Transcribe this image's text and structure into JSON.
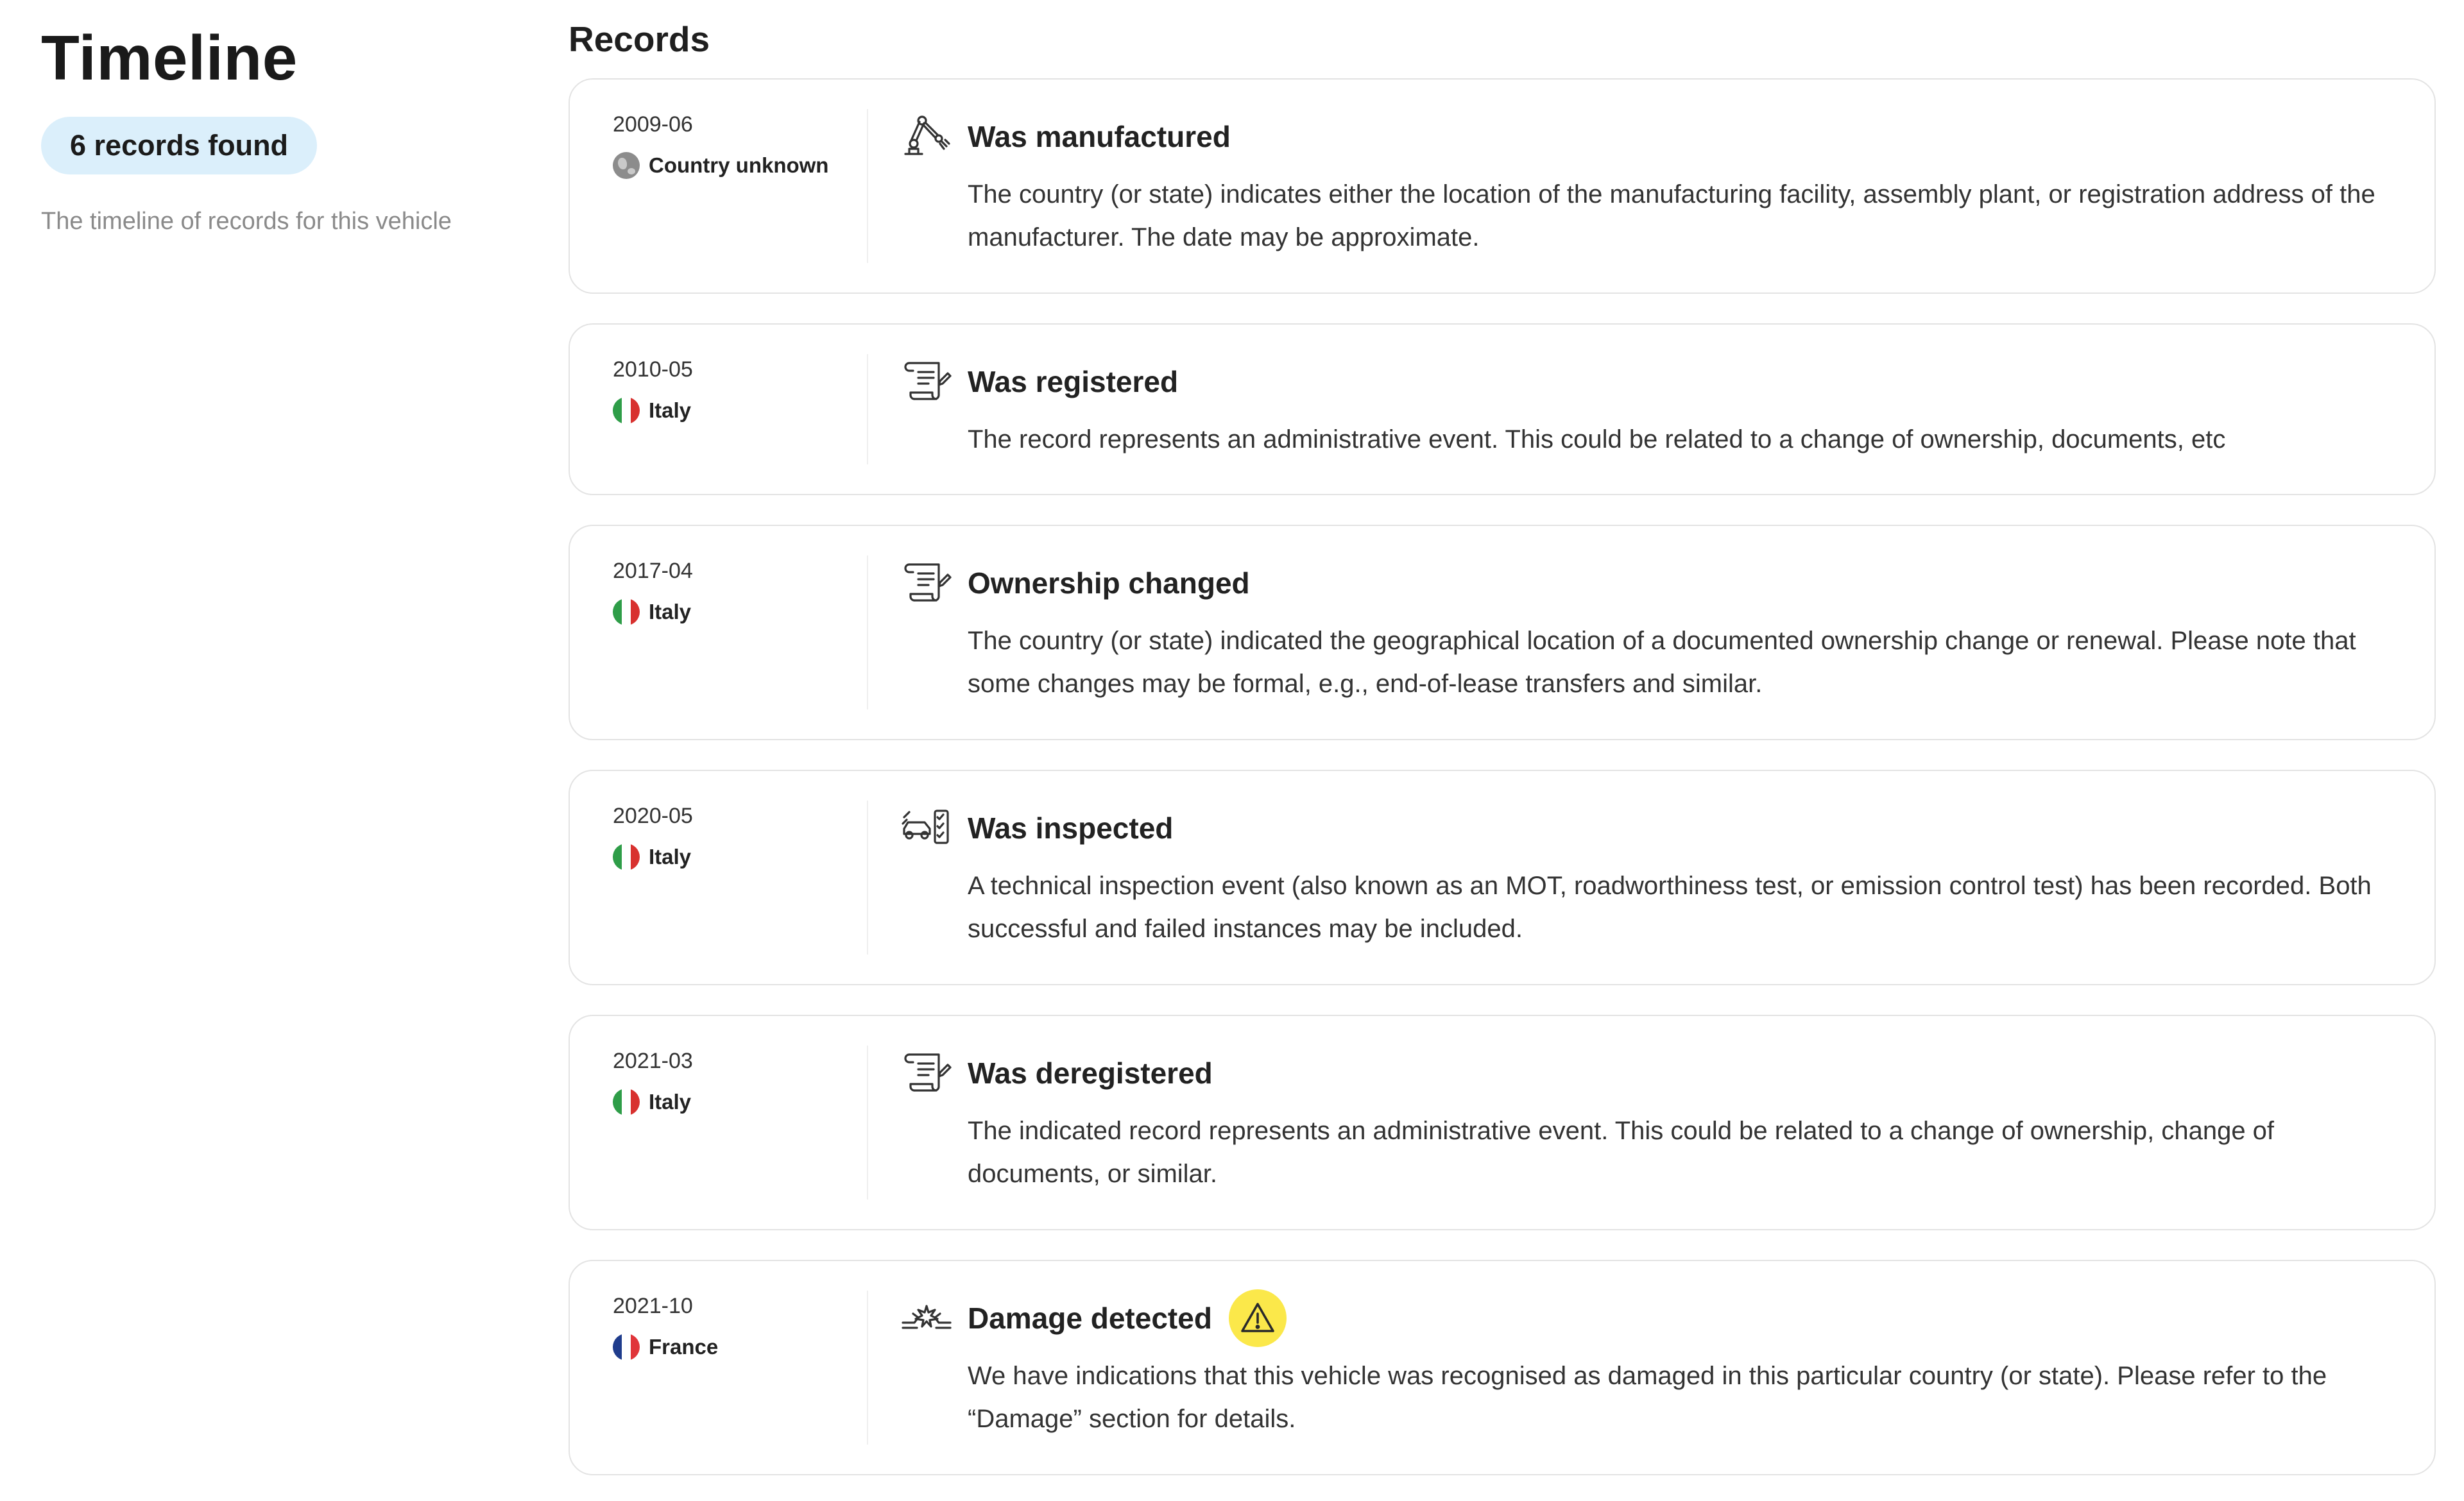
{
  "sidebar": {
    "title": "Timeline",
    "badge": "6 records found",
    "subtitle": "The timeline of records for this vehicle"
  },
  "main": {
    "section_title": "Records",
    "records": [
      {
        "date": "2009-06",
        "country": "Country unknown",
        "flag": "globe",
        "icon": "robot-arm-icon",
        "title": "Was manufactured",
        "description": "The country (or state) indicates either the location of the manufacturing facility, assembly plant, or registration address of the manufacturer. The date may be approximate."
      },
      {
        "date": "2010-05",
        "country": "Italy",
        "flag": "italy",
        "icon": "document-scroll-icon",
        "title": "Was registered",
        "description": "The record represents an administrative event. This could be related to a change of ownership, documents, etc"
      },
      {
        "date": "2017-04",
        "country": "Italy",
        "flag": "italy",
        "icon": "document-scroll-icon",
        "title": "Ownership changed",
        "description": "The country (or state) indicated the geographical location of a documented ownership change or renewal. Please note that some changes may be formal, e.g., end-of-lease transfers and similar."
      },
      {
        "date": "2020-05",
        "country": "Italy",
        "flag": "italy",
        "icon": "car-checklist-icon",
        "title": "Was inspected",
        "description": "A technical inspection event (also known as an MOT, roadworthiness test, or emission control test) has been recorded. Both successful and failed instances may be included."
      },
      {
        "date": "2021-03",
        "country": "Italy",
        "flag": "italy",
        "icon": "document-scroll-icon",
        "title": "Was deregistered",
        "description": "The indicated record represents an administrative event. This could be related to a change of ownership, change of documents, or similar."
      },
      {
        "date": "2021-10",
        "country": "France",
        "flag": "france",
        "icon": "car-crash-icon",
        "title": "Damage detected",
        "warning_icon": "warning-triangle-icon",
        "description": "We have indications that this vehicle was recognised as damaged in this particular country (or state). Please refer to the “Damage” section for details."
      }
    ]
  },
  "colors": {
    "badge_bg": "#dbeffb",
    "warning_yellow": "#fbe84a",
    "italy_green": "#2e9d48",
    "italy_red": "#d8312f",
    "france_blue": "#1f3c8c",
    "france_red": "#e0353a"
  }
}
